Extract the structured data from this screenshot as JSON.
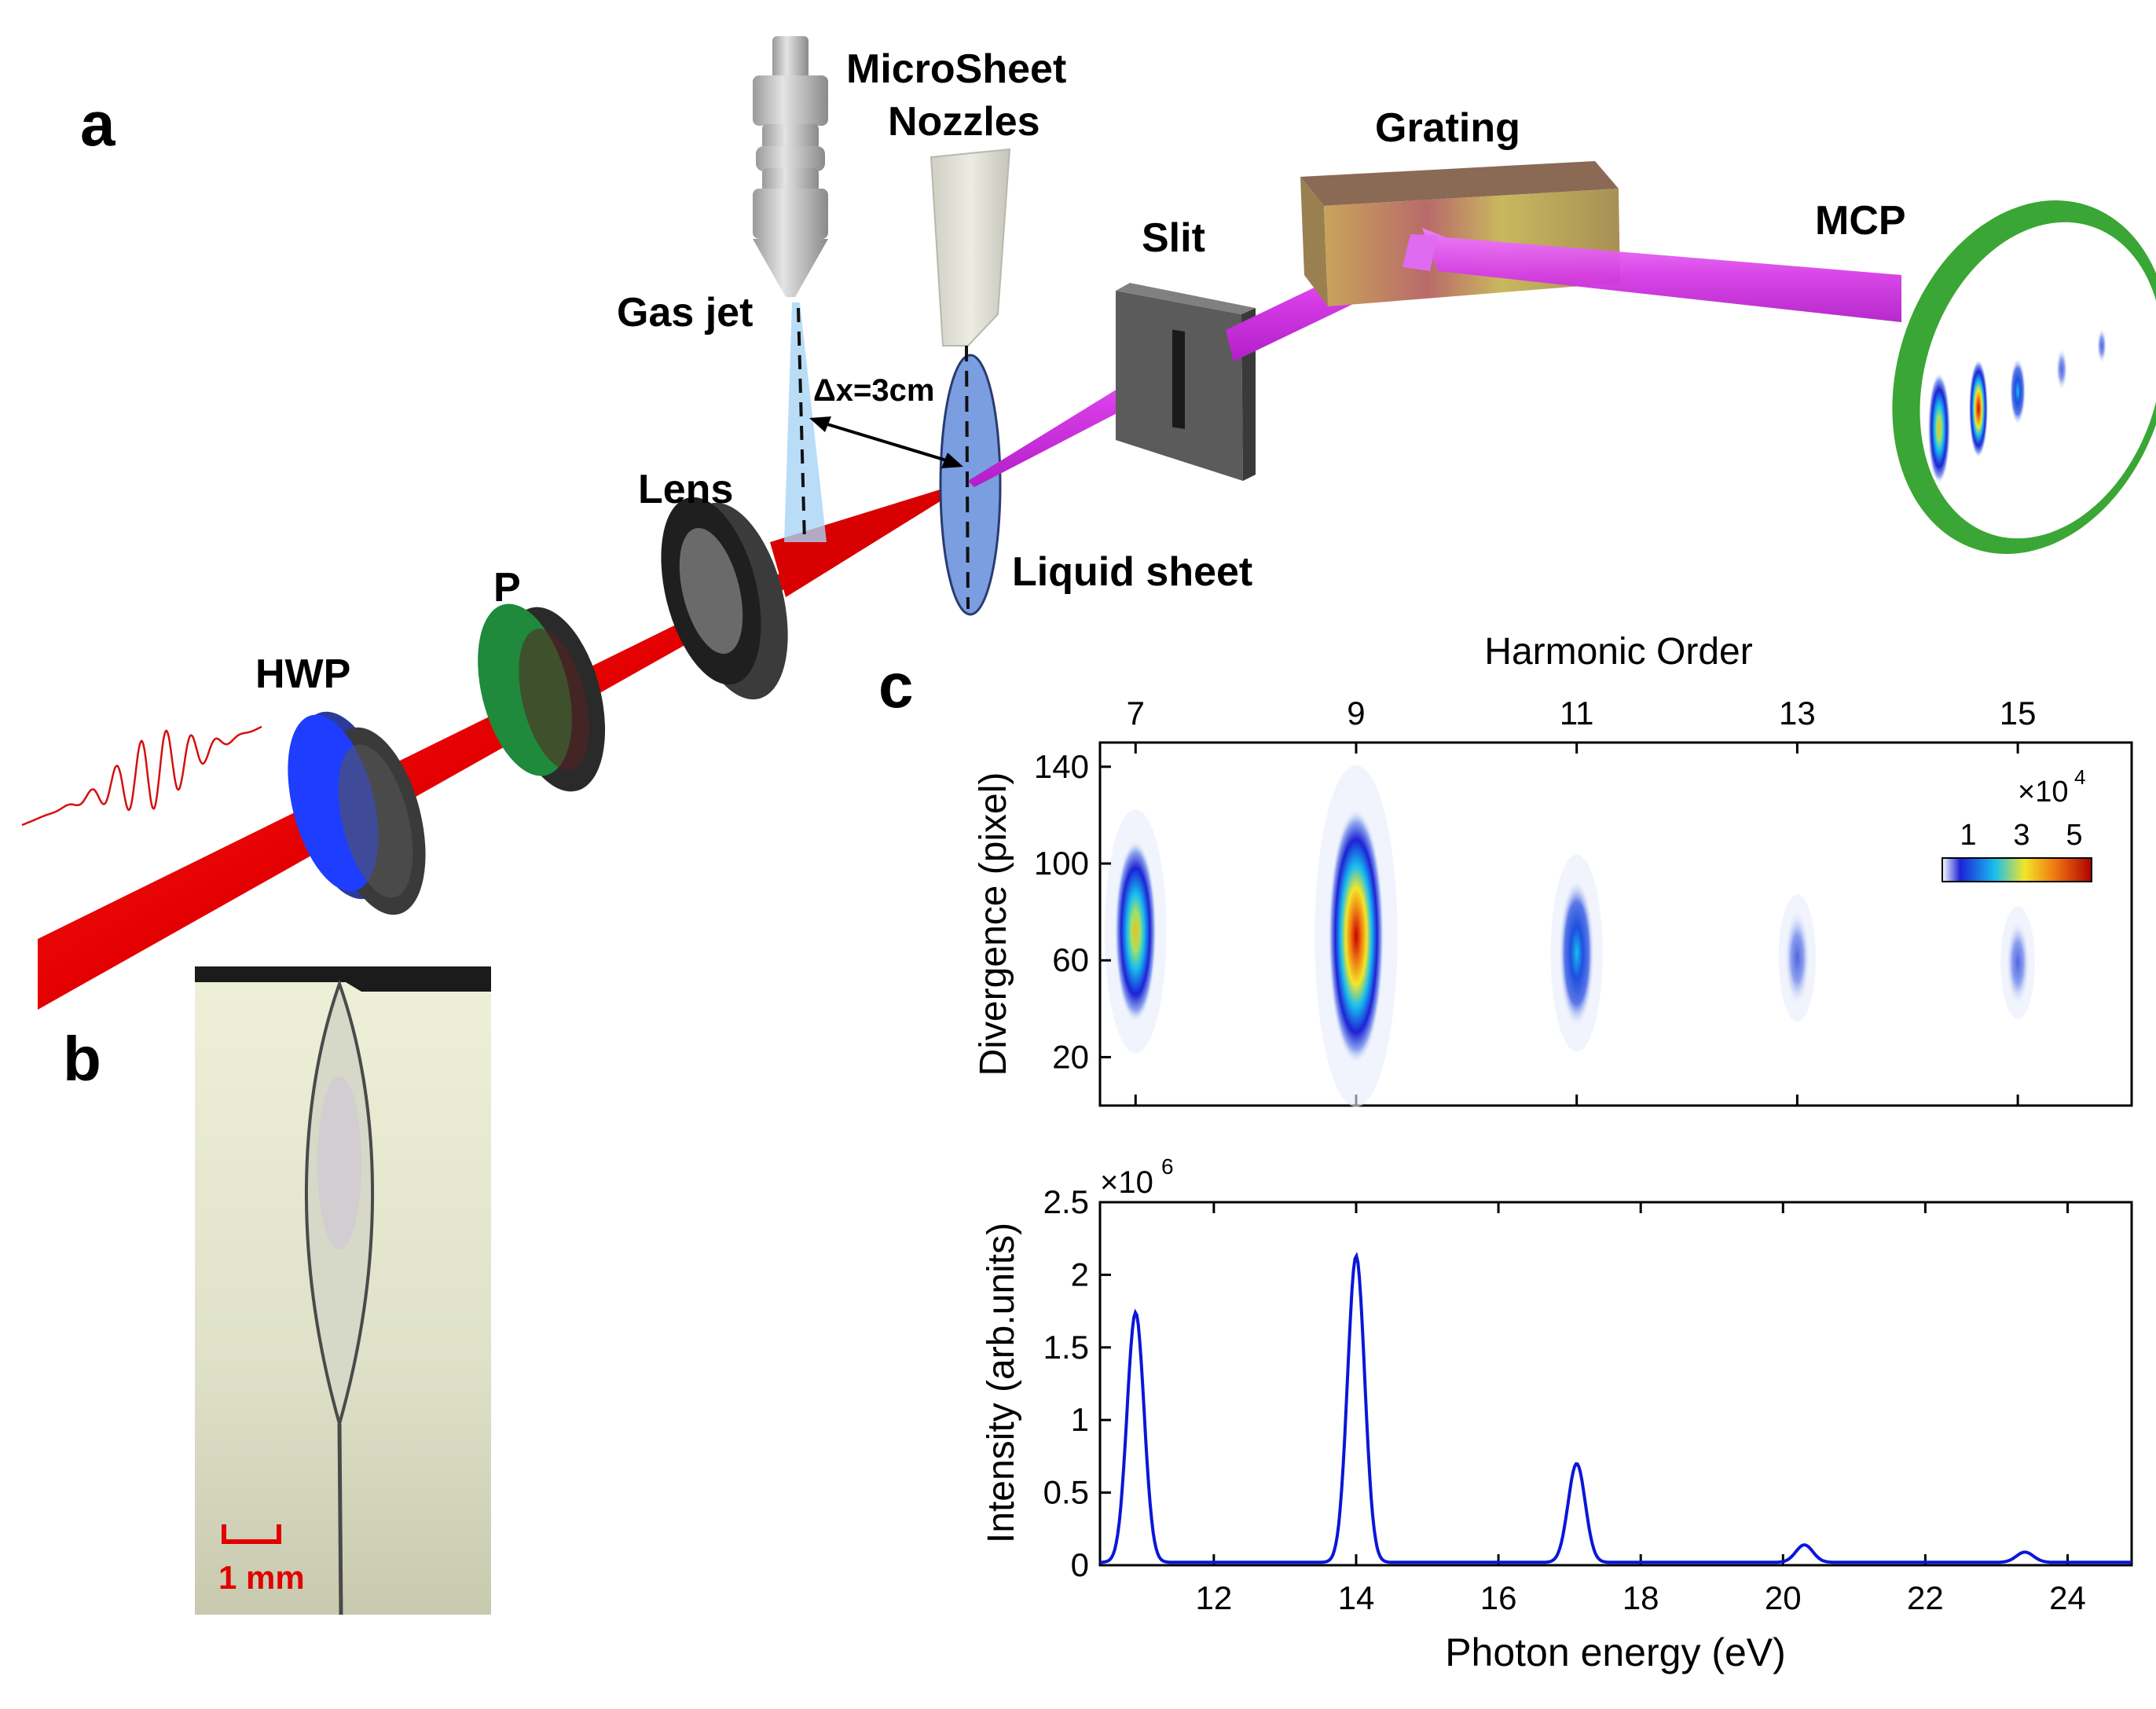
{
  "panels": {
    "a": "a",
    "b": "b",
    "c": "c"
  },
  "setup": {
    "labels": {
      "microsheet": "MicroSheet",
      "nozzles": "Nozzles",
      "grating": "Grating",
      "slit": "Slit",
      "mcp": "MCP",
      "gas_jet": "Gas jet",
      "dx": "Δx=3cm",
      "lens": "Lens",
      "liquid_sheet": "Liquid sheet",
      "p": "P",
      "hwp": "HWP"
    },
    "colors": {
      "laser": "#e80000",
      "xuv": "#d63ce6",
      "hwp": "#1f3dff",
      "polarizer": "#1f8a3c",
      "mcp_ring": "#3aa635",
      "grating": "#b89a5a",
      "sheet": "#7a9ee0"
    }
  },
  "photo": {
    "scale_label": "1 mm"
  },
  "chart_data": [
    {
      "type": "heatmap",
      "top_xlabel": "Harmonic Order",
      "top_ticks": [
        "7",
        "9",
        "11",
        "13",
        "15"
      ],
      "ylabel": "Divergence (pixel)",
      "yticks": [
        "20",
        "60",
        "100",
        "140"
      ],
      "ylim": [
        0,
        150
      ],
      "xlim": [
        10.4,
        24.9
      ],
      "spots": [
        {
          "order": 7,
          "energy": 10.9,
          "center": 72,
          "intensity": 3.4
        },
        {
          "order": 9,
          "energy": 14.0,
          "center": 70,
          "intensity": 5.5
        },
        {
          "order": 11,
          "energy": 17.1,
          "center": 63,
          "intensity": 2.4
        },
        {
          "order": 13,
          "energy": 20.2,
          "center": 61,
          "intensity": 0.9
        },
        {
          "order": 15,
          "energy": 23.3,
          "center": 59,
          "intensity": 0.6
        }
      ],
      "colorbar": {
        "multiplier": "×10",
        "exponent": "4",
        "ticks": [
          "1",
          "3",
          "5"
        ],
        "colors": [
          "#ffffff",
          "#1d22d6",
          "#18bdf0",
          "#f2e62a",
          "#f07a10",
          "#b00000"
        ]
      }
    },
    {
      "type": "line",
      "xlabel": "Photon energy (eV)",
      "ylabel": "Intensity (arb.units)",
      "xticks": [
        "12",
        "14",
        "16",
        "18",
        "20",
        "22",
        "24"
      ],
      "yticks": [
        "0",
        "0.5",
        "1",
        "1.5",
        "2",
        "2.5"
      ],
      "xlim": [
        10.4,
        24.9
      ],
      "ylim": [
        0,
        2.5
      ],
      "multiplier": "×10",
      "exponent": "6",
      "series": [
        {
          "color": "#0a16d8",
          "peaks": [
            {
              "x": 10.9,
              "y": 1.72
            },
            {
              "x": 14.0,
              "y": 2.11
            },
            {
              "x": 17.1,
              "y": 0.68
            },
            {
              "x": 20.3,
              "y": 0.12
            },
            {
              "x": 23.4,
              "y": 0.07
            }
          ]
        }
      ]
    }
  ]
}
